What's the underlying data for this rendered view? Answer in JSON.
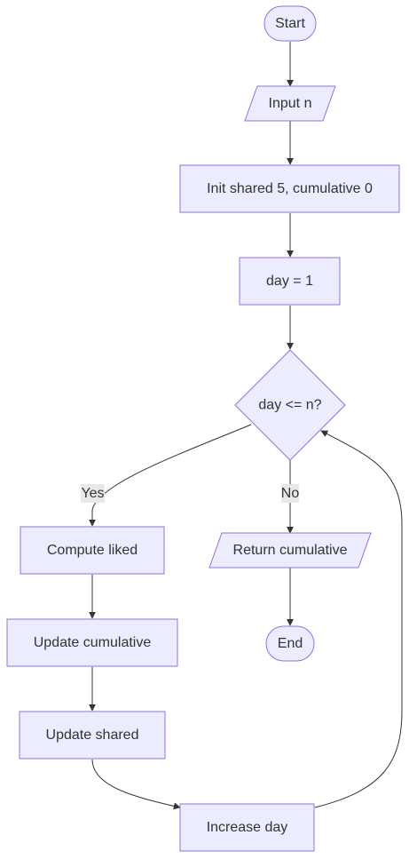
{
  "nodes": {
    "start": "Start",
    "input_n": "Input n",
    "init": "Init shared 5, cumulative 0",
    "day_init": "day = 1",
    "condition": "day <= n?",
    "compute_liked": "Compute liked",
    "update_cumulative": "Update cumulative",
    "update_shared": "Update shared",
    "increase_day": "Increase day",
    "return_cumulative": "Return cumulative",
    "end": "End"
  },
  "edge_labels": {
    "yes": "Yes",
    "no": "No"
  },
  "colors": {
    "node_fill": "#ececff",
    "node_stroke": "#9370db",
    "edge": "#333333",
    "text": "#333333",
    "label_bg": "#e8e8e8"
  }
}
